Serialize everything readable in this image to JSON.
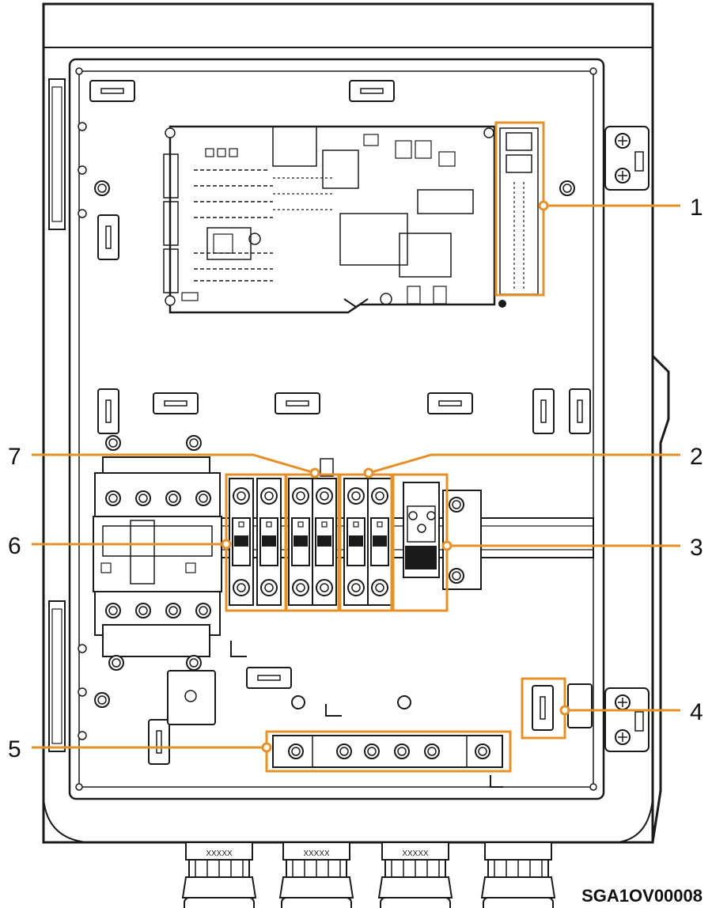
{
  "figure": {
    "code": "SGA1OV00008"
  },
  "callouts": [
    {
      "number": "1",
      "target": "communication-terminal-block"
    },
    {
      "number": "2",
      "target": "breaker-pair-right"
    },
    {
      "number": "3",
      "target": "terminal-block-rail"
    },
    {
      "number": "4",
      "target": "cable-tie-slot"
    },
    {
      "number": "5",
      "target": "ground-busbar"
    },
    {
      "number": "6",
      "target": "breaker-pair-left"
    },
    {
      "number": "7",
      "target": "breaker-pair-middle"
    }
  ],
  "colors": {
    "line": "#1a1a1a",
    "highlight": "#e6902a",
    "fill_light": "#f4f4f4",
    "fill_panel": "#ffffff"
  },
  "cable_glands_count_label": "",
  "gland_markings": [
    "XXXXX",
    "XXXXX",
    "XXXXX"
  ]
}
